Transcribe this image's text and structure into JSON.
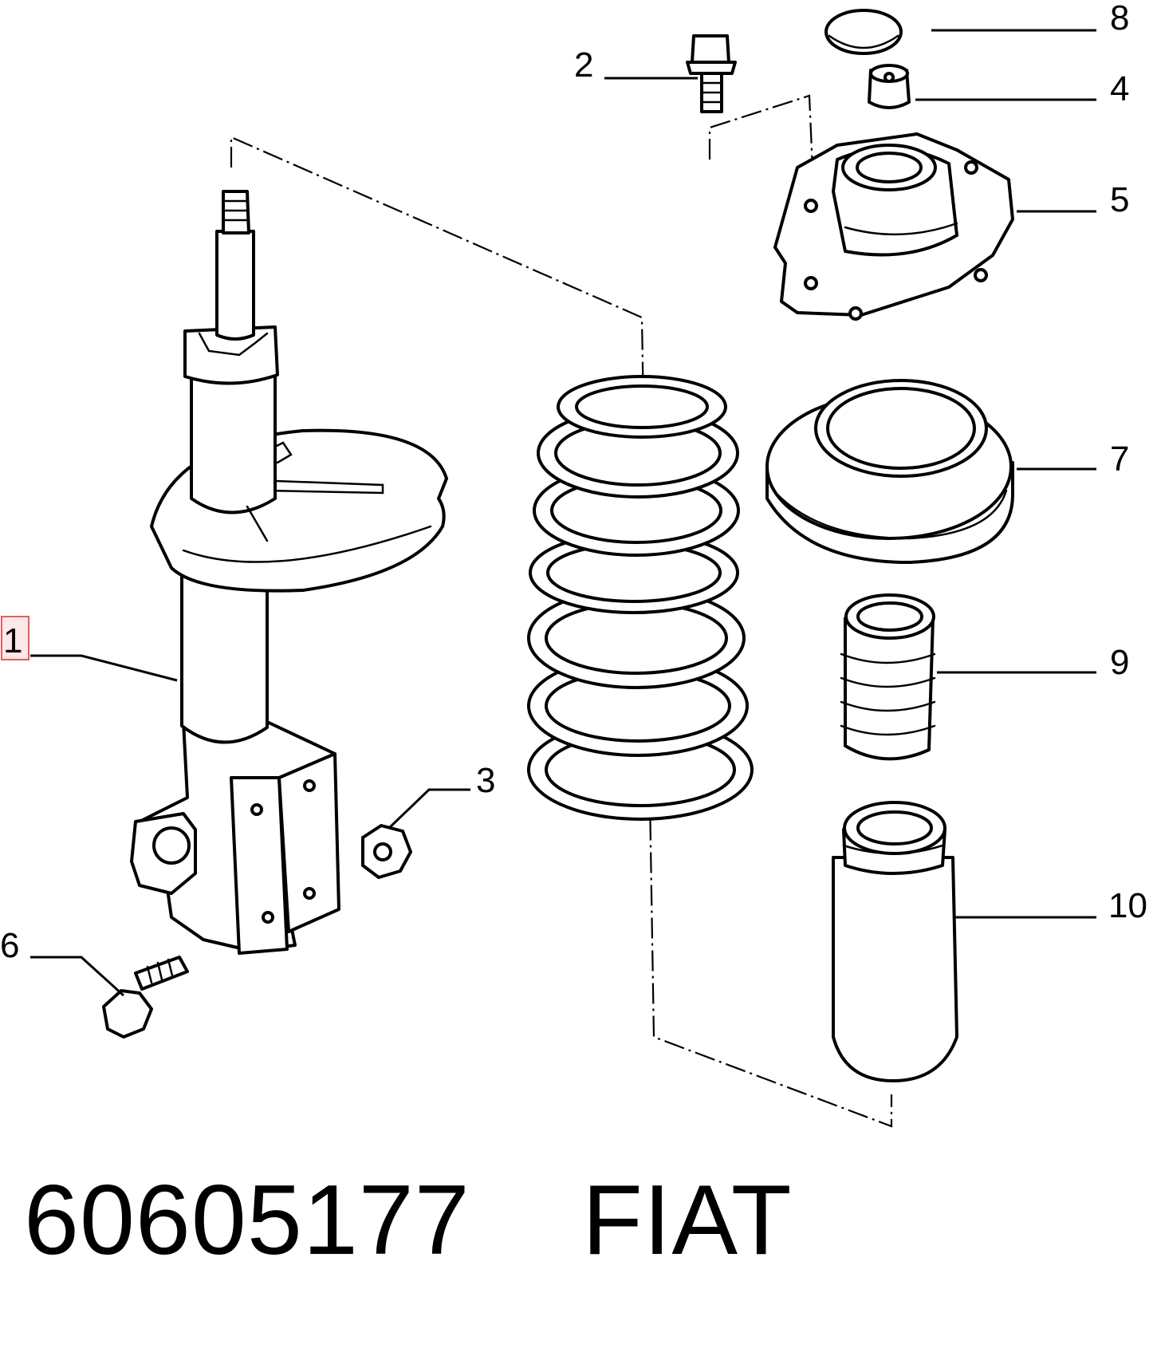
{
  "callouts": {
    "p1": "1",
    "p2": "2",
    "p3": "3",
    "p4": "4",
    "p5": "5",
    "p6": "6",
    "p7": "7",
    "p8": "8",
    "p9": "9",
    "p10": "10"
  },
  "caption": {
    "part_number": "60605177",
    "brand": "FIAT"
  },
  "colors": {
    "line": "#000000",
    "background": "#ffffff",
    "highlight": "#fde7e7"
  }
}
